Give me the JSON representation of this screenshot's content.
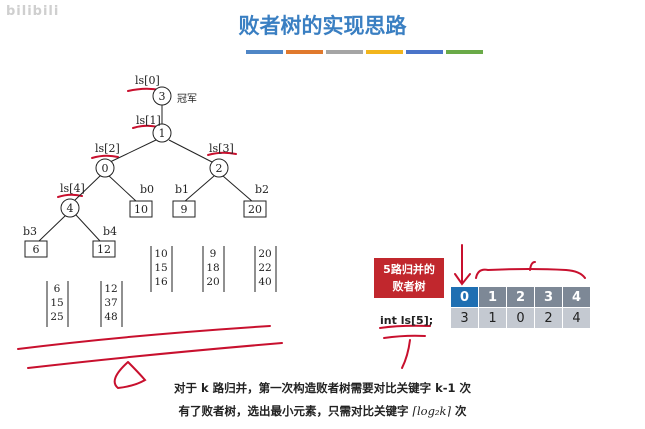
{
  "watermark": "bilibili",
  "title": "败者树的实现思路",
  "title_color": "#3a7fc2",
  "color_bar": [
    "#4f86c6",
    "#e0792d",
    "#a5a5a5",
    "#f2b51c",
    "#4a74c9",
    "#6aaa48"
  ],
  "tree": {
    "root": {
      "label": "ls[0]",
      "value": "3",
      "note": "冠军"
    },
    "nodes": [
      {
        "label": "ls[1]",
        "value": "1"
      },
      {
        "label": "ls[2]",
        "value": "0"
      },
      {
        "label": "ls[3]",
        "value": "2"
      },
      {
        "label": "ls[4]",
        "value": "4"
      }
    ],
    "leaves": [
      {
        "label": "b0",
        "value": "10"
      },
      {
        "label": "b1",
        "value": "9"
      },
      {
        "label": "b2",
        "value": "20"
      },
      {
        "label": "b3",
        "value": "6"
      },
      {
        "label": "b4",
        "value": "12"
      }
    ],
    "segments": [
      [
        "10",
        "15",
        "16"
      ],
      [
        "9",
        "18",
        "20"
      ],
      [
        "20",
        "22",
        "40"
      ],
      [
        "6",
        "15",
        "25"
      ],
      [
        "12",
        "37",
        "48"
      ]
    ]
  },
  "red_box": {
    "line1": "5路归并的",
    "line2": "败者树"
  },
  "declaration": "int ls[5];",
  "array": {
    "indices": [
      "0",
      "1",
      "2",
      "3",
      "4"
    ],
    "values": [
      "3",
      "1",
      "0",
      "2",
      "4"
    ]
  },
  "notes": {
    "line1": "对于 k 路归并，第一次构造败者树需要对比关键字 k-1 次",
    "line2_prefix": "有了败者树，选出最小元素，只需对比关键字",
    "line2_math": "⌈log₂k⌉",
    "line2_suffix": "次"
  }
}
